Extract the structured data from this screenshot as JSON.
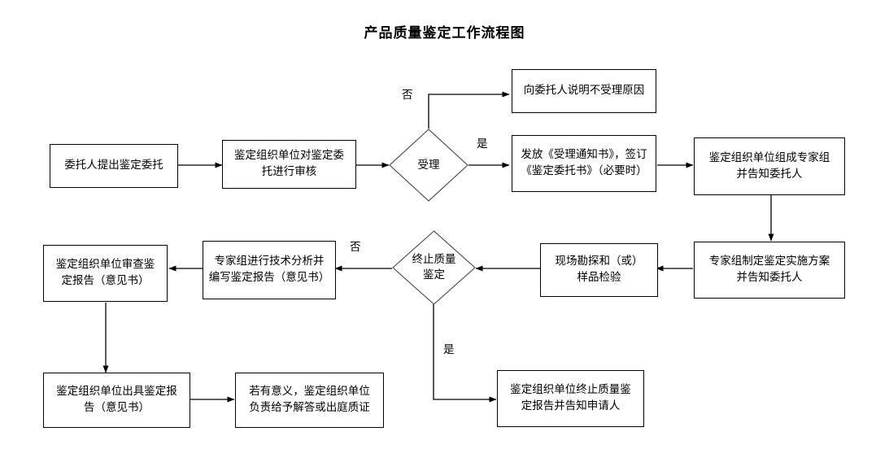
{
  "title": "产品质量鉴定工作流程图",
  "nodes": {
    "n1": "委托人提出鉴定委托",
    "n2": "鉴定组织单位对鉴定委\n托进行审核",
    "d1": "受理",
    "n3": "向委托人说明不受理原因",
    "n4": "发放《受理通知书》，签订\n《鉴定委托书》（必要时）",
    "n5": "鉴定组织单位组成专家组\n并告知委托人",
    "n6": "专家组制定鉴定实施方案\n并告知委托人",
    "n7": "现场勘探和（或）\n样品检验",
    "d2": "终止质量\n鉴定",
    "n8": "专家组进行技术分析并\n编写鉴定报告（意见书）",
    "n9": "鉴定组织单位审查鉴\n定报告（意见书）",
    "n10": "鉴定组织单位出具鉴定报\n告（意见书）",
    "n11": "若有意义，鉴定组织单位\n负责给予解答或出庭质证",
    "n12": "鉴定组织单位终止质量鉴\n定报告并告知申请人"
  },
  "edge_labels": {
    "d1_no": "否",
    "d1_yes": "是",
    "d2_no": "否",
    "d2_yes": "是"
  },
  "colors": {
    "stroke": "#000000",
    "diamond_stroke": "#595959",
    "background": "#ffffff",
    "text": "#000000"
  }
}
